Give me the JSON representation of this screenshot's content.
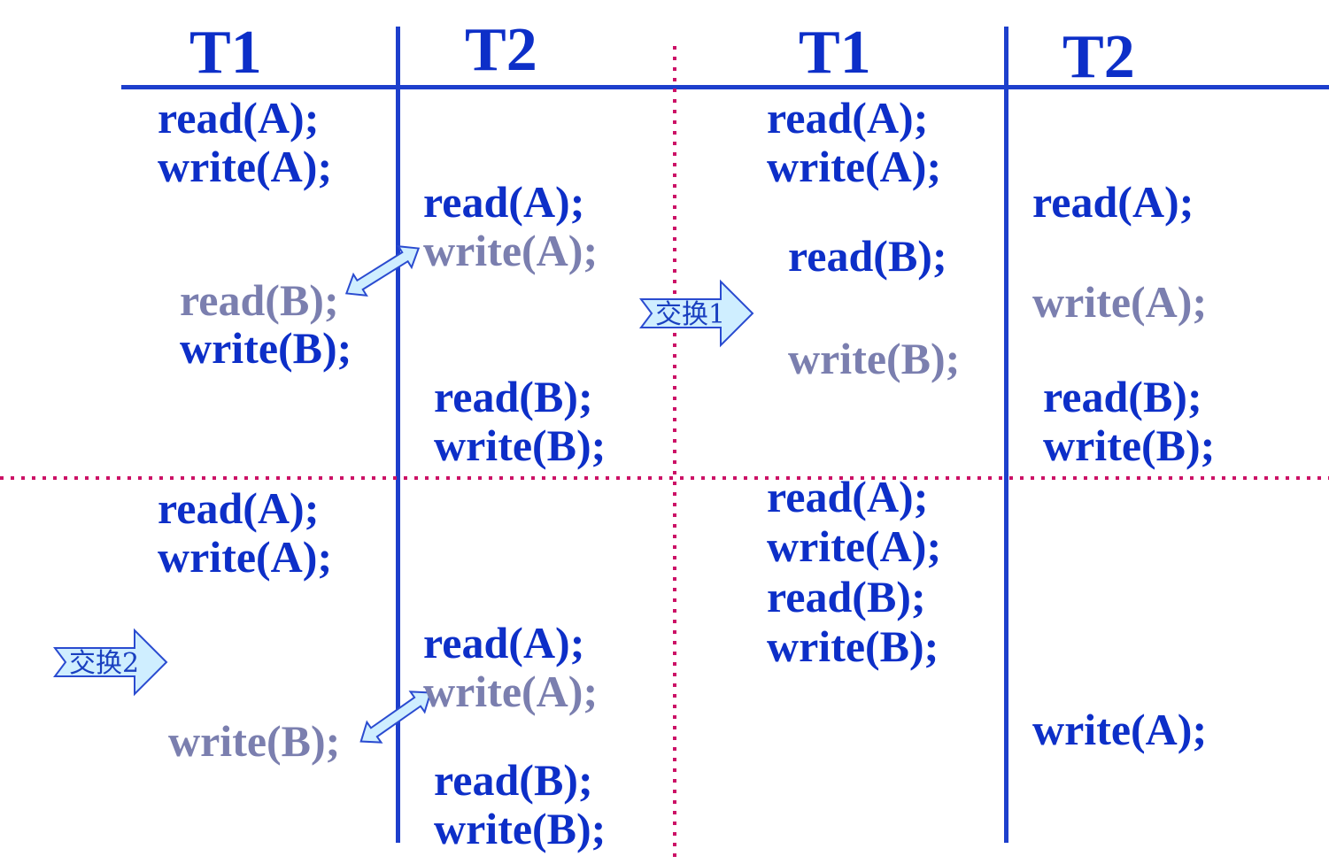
{
  "headers": {
    "t1": "T1",
    "t2": "T2"
  },
  "swap_labels": {
    "swap1": "交换1",
    "swap2": "交换2"
  },
  "colors": {
    "op_text": "#0d2fc8",
    "op_text_dim": "#7b7faf",
    "rule_line": "#1d3fcc",
    "divider": "#cc1166",
    "arrow_fill": "#cfeeff",
    "arrow_stroke": "#2a4bd0"
  },
  "schedules": {
    "original": {
      "t1": [
        "read(A);",
        "write(A);",
        "read(B);",
        "write(B);"
      ],
      "t2": [
        "read(A);",
        "write(A);",
        "read(B);",
        "write(B);"
      ]
    },
    "after_swap1": {
      "t1": [
        "read(A);",
        "write(A);",
        "read(B);",
        "write(B);"
      ],
      "t2": [
        "read(A);",
        "write(A);",
        "read(B);",
        "write(B);"
      ]
    },
    "before_swap2": {
      "t1": [
        "read(A);",
        "write(A);",
        "write(B);"
      ],
      "t2": [
        "read(A);",
        "write(A);",
        "read(B);",
        "write(B);"
      ]
    },
    "final": {
      "t1": [
        "read(A);",
        "write(A);",
        "read(B);",
        "write(B);"
      ],
      "t2": [
        "write(A);"
      ]
    }
  }
}
